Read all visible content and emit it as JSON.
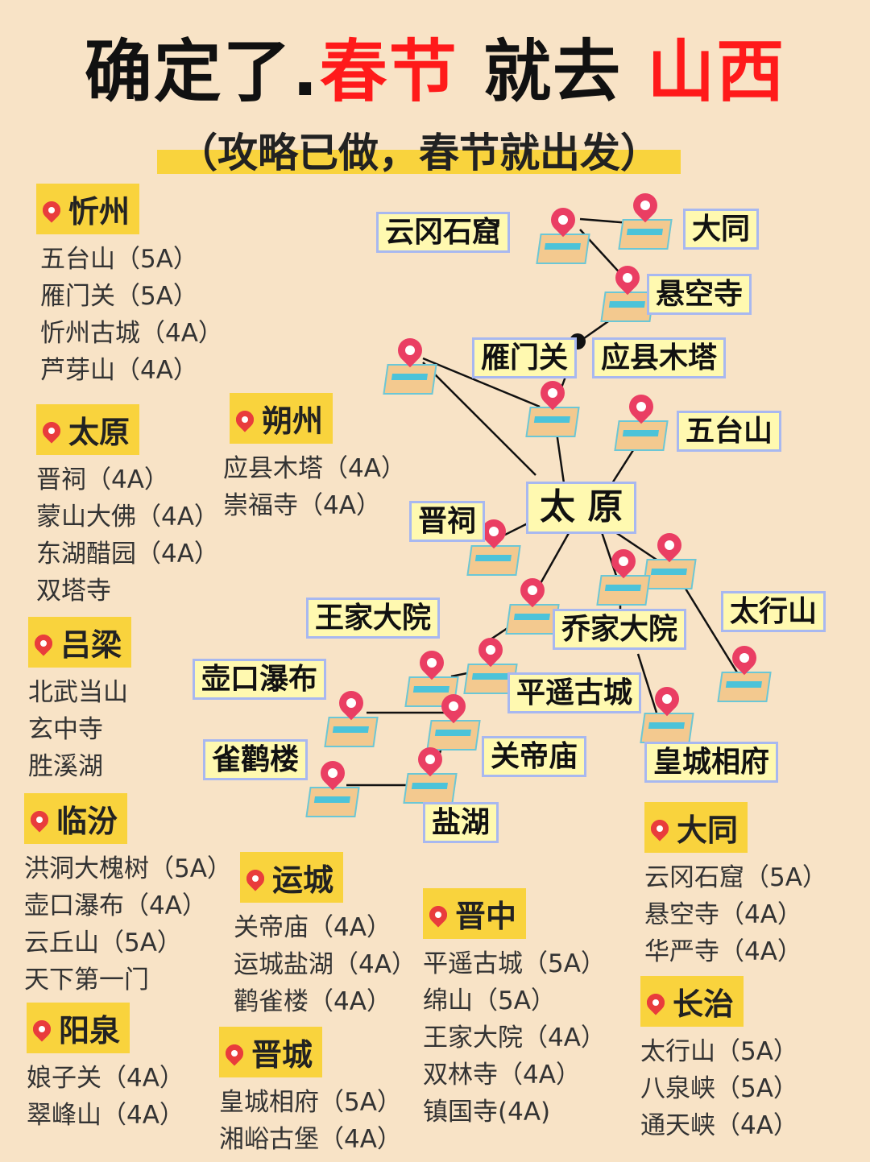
{
  "title": {
    "part1": "确定了.",
    "part2": "春节",
    "part3": " 就去 ",
    "part4": "山西"
  },
  "subtitle": "（攻略已做，春节就出发）",
  "regions": {
    "xinzhou": {
      "name": "忻州",
      "items": [
        "五台山（5A）",
        "雁门关（5A）",
        "忻州古城（4A）",
        "芦芽山（4A）"
      ]
    },
    "taiyuan": {
      "name": "太原",
      "items": [
        "晋祠（4A）",
        "蒙山大佛（4A）",
        "东湖醋园（4A）",
        "双塔寺"
      ]
    },
    "shuozhou": {
      "name": "朔州",
      "items": [
        "应县木塔（4A）",
        "崇福寺（4A）"
      ]
    },
    "lvliang": {
      "name": "吕梁",
      "items": [
        "北武当山",
        "玄中寺",
        "胜溪湖"
      ]
    },
    "linfen": {
      "name": "临汾",
      "items": [
        "洪洞大槐树（5A）",
        "壶口瀑布（4A）",
        "云丘山（5A）",
        "天下第一门"
      ]
    },
    "yangquan": {
      "name": "阳泉",
      "items": [
        "娘子关（4A）",
        "翠峰山（4A）"
      ]
    },
    "yuncheng": {
      "name": "运城",
      "items": [
        "关帝庙（4A）",
        "运城盐湖（4A）",
        "鹳雀楼（4A）"
      ]
    },
    "jincheng": {
      "name": "晋城",
      "items": [
        "皇城相府（5A）",
        "湘峪古堡（4A）"
      ]
    },
    "jinzhong": {
      "name": "晋中",
      "items": [
        "平遥古城（5A）",
        "绵山（5A）",
        "王家大院（4A）",
        "双林寺（4A）",
        "镇国寺(4A)"
      ]
    },
    "datong": {
      "name": "大同",
      "items": [
        "云冈石窟（5A）",
        "悬空寺（4A）",
        "华严寺（4A）"
      ]
    },
    "changzhi": {
      "name": "长治",
      "items": [
        "太行山（5A）",
        "八泉峡（5A）",
        "通天峡（4A）"
      ]
    }
  },
  "map": {
    "labels": {
      "yungang": "云冈石窟",
      "datong": "大同",
      "xuankong": "悬空寺",
      "yanmen": "雁门关",
      "yingxian": "应县木塔",
      "wutai": "五台山",
      "taiyuan": "太 原",
      "jinci": "晋祠",
      "wangjia": "王家大院",
      "qiaojia": "乔家大院",
      "taihang": "太行山",
      "hukou": "壶口瀑布",
      "pingyao": "平遥古城",
      "queque": "雀鹳楼",
      "guandi": "关帝庙",
      "huangcheng": "皇城相府",
      "yanhu": "盐湖"
    }
  },
  "colors": {
    "background": "#f8e3c6",
    "accent_yellow": "#f9d33d",
    "title_red": "#ff1a1a",
    "pin": "#ea3e63",
    "label_fill": "#fff9b0",
    "label_border": "#a8b8f0"
  }
}
